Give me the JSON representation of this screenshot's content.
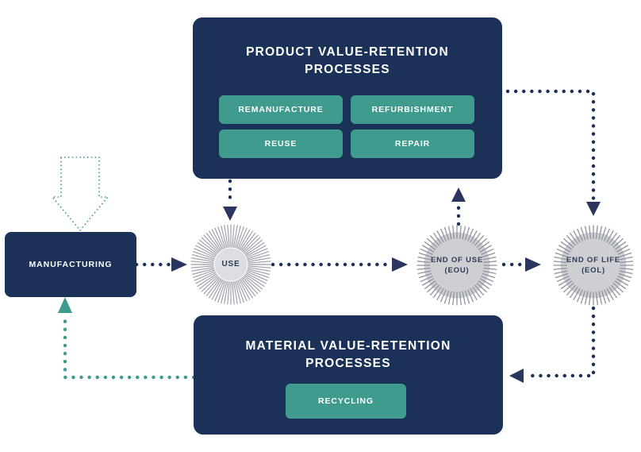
{
  "diagram": {
    "title_product": "PRODUCT VALUE-RETENTION\nPROCESSES",
    "title_material": "MATERIAL VALUE-RETENTION\nPROCESSES",
    "colors": {
      "navy": "#1b3158",
      "teal": "#3e9b8d",
      "node_fill": "#d0d2d6",
      "node_text": "#2b3a55",
      "background": "#ffffff"
    },
    "product_processes": [
      {
        "label": "REMANUFACTURE"
      },
      {
        "label": "REFURBISHMENT"
      },
      {
        "label": "REUSE"
      },
      {
        "label": "REPAIR"
      }
    ],
    "material_processes": [
      {
        "label": "RECYCLING"
      }
    ],
    "nodes": [
      {
        "id": "manufacturing",
        "label": "MANUFACTURING",
        "shape": "rounded-rect"
      },
      {
        "id": "use",
        "label": "USE",
        "shape": "starburst-circle"
      },
      {
        "id": "eou",
        "label": "END OF USE\n(EOU)",
        "shape": "tick-circle"
      },
      {
        "id": "eol",
        "label": "END OF LIFE\n(EOL)",
        "shape": "tick-circle"
      }
    ],
    "edges": [
      {
        "id": "inflow",
        "from": "external",
        "to": "manufacturing",
        "style": "dotted-outline-arrow",
        "color": "#3e9b8d",
        "direction": "down"
      },
      {
        "id": "mfg-to-use",
        "from": "manufacturing",
        "to": "use",
        "style": "dotted-arrow",
        "color": "#1b3158",
        "direction": "right"
      },
      {
        "id": "use-to-eou",
        "from": "use",
        "to": "eou",
        "style": "dotted-arrow",
        "color": "#1b3158",
        "direction": "right"
      },
      {
        "id": "eou-to-eol",
        "from": "eou",
        "to": "eol",
        "style": "dotted-arrow",
        "color": "#1b3158",
        "direction": "right"
      },
      {
        "id": "product-to-use",
        "from": "product-processes",
        "to": "use",
        "style": "dotted-arrow",
        "color": "#1b3158",
        "direction": "down"
      },
      {
        "id": "eou-to-product",
        "from": "eou",
        "to": "product-processes",
        "style": "dotted-arrow",
        "color": "#1b3158",
        "direction": "up"
      },
      {
        "id": "product-to-eol",
        "from": "product-processes",
        "to": "eol",
        "style": "dotted-arrow",
        "color": "#1b3158",
        "direction": "right-down"
      },
      {
        "id": "eol-to-material",
        "from": "eol",
        "to": "material-processes",
        "style": "dotted-arrow",
        "color": "#1b3158",
        "direction": "down-left"
      },
      {
        "id": "material-to-mfg",
        "from": "material-processes",
        "to": "manufacturing",
        "style": "dotted-arrow",
        "color": "#3e9b8d",
        "direction": "left-up"
      }
    ]
  }
}
